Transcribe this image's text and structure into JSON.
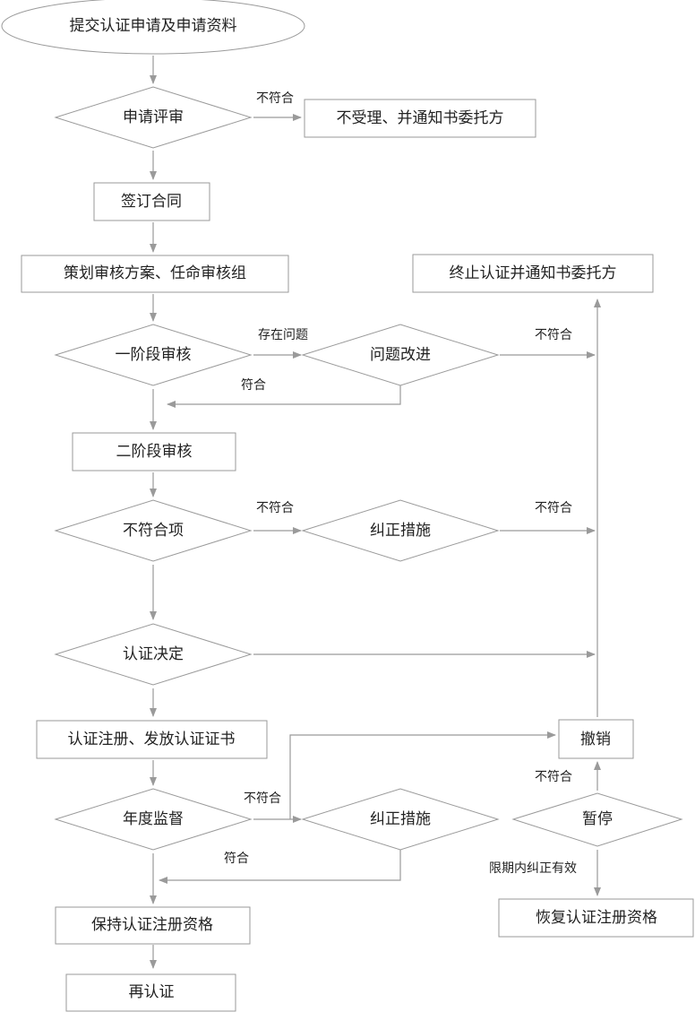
{
  "nodes": {
    "submit": "提交认证申请及申请资料",
    "review": "申请评审",
    "reject": "不受理、并通知书委托方",
    "contract": "签订合同",
    "plan": "策划审核方案、任命审核组",
    "terminate": "终止认证并通知书委托方",
    "stage1": "一阶段审核",
    "improve": "问题改进",
    "stage2": "二阶段审核",
    "nonconf": "不符合项",
    "corrective1": "纠正措施",
    "decision": "认证决定",
    "register": "认证注册、发放认证证书",
    "revoke": "撤销",
    "annual": "年度监督",
    "corrective2": "纠正措施",
    "suspend": "暂停",
    "keep": "保持认证注册资格",
    "restore": "恢复认证注册资格",
    "recert": "再认证"
  },
  "edges": {
    "review_no": "不符合",
    "stage1_issue": "存在问题",
    "improve_no": "不符合",
    "improve_ok": "符合",
    "nonconf_no": "不符合",
    "corrective1_no": "不符合",
    "annual_no": "不符合",
    "corrective2_ok": "符合",
    "suspend_no": "不符合",
    "suspend_fixed": "限期内纠正有效"
  }
}
